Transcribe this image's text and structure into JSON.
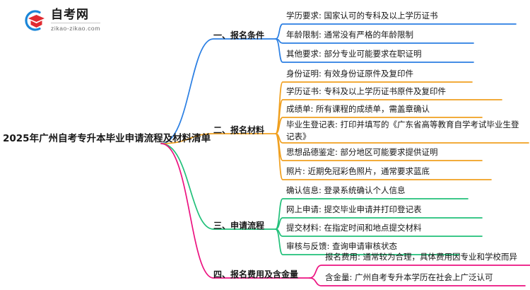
{
  "logo": {
    "title": "自考网",
    "subtitle": "zikao-zikao.com",
    "mark_name": "graduation-cap-logo",
    "circle_color": "#1a86d8",
    "cap_color": "#e02b31"
  },
  "root": {
    "label": "2025年广州自考专升本毕业申请流程及材料清单"
  },
  "colors": {
    "branch1": "#2b7fe3",
    "branch2": "#f0a020",
    "branch3": "#22c07a",
    "branch4": "#ec1280",
    "text": "#171717"
  },
  "branches": [
    {
      "title": "一、报名条件",
      "color": "#2b7fe3",
      "children": [
        "学历要求: 国家认可的专科及以上学历证书",
        "年龄限制: 通常没有严格的年龄限制",
        "其他要求: 部分专业可能要求在职证明"
      ]
    },
    {
      "title": "二、报名材料",
      "color": "#f0a020",
      "children": [
        "身份证明: 有效身份证原件及复印件",
        "学历证书: 专科及以上学历证书原件及复印件",
        "成绩单: 所有课程的成绩单，需盖章确认",
        "毕业生登记表: 打印并填写的《广东省高等教育自学考试毕业生登记表》",
        "思想品德鉴定: 部分地区可能要求提供证明",
        "照片: 近期免冠彩色照片，通常要求蓝底"
      ]
    },
    {
      "title": "三、申请流程",
      "color": "#22c07a",
      "children": [
        "确认信息: 登录系统确认个人信息",
        "网上申请: 提交毕业申请并打印登记表",
        "提交材料: 在指定时间和地点提交材料",
        "审核与反馈: 查询申请审核状态"
      ]
    },
    {
      "title": "四、报名费用及含金量",
      "color": "#ec1280",
      "children": [
        "报名费用: 通常较为合理，具体费用因专业和学校而异",
        "含金量: 广州自考专升本学历在社会上广泛认可"
      ]
    }
  ]
}
